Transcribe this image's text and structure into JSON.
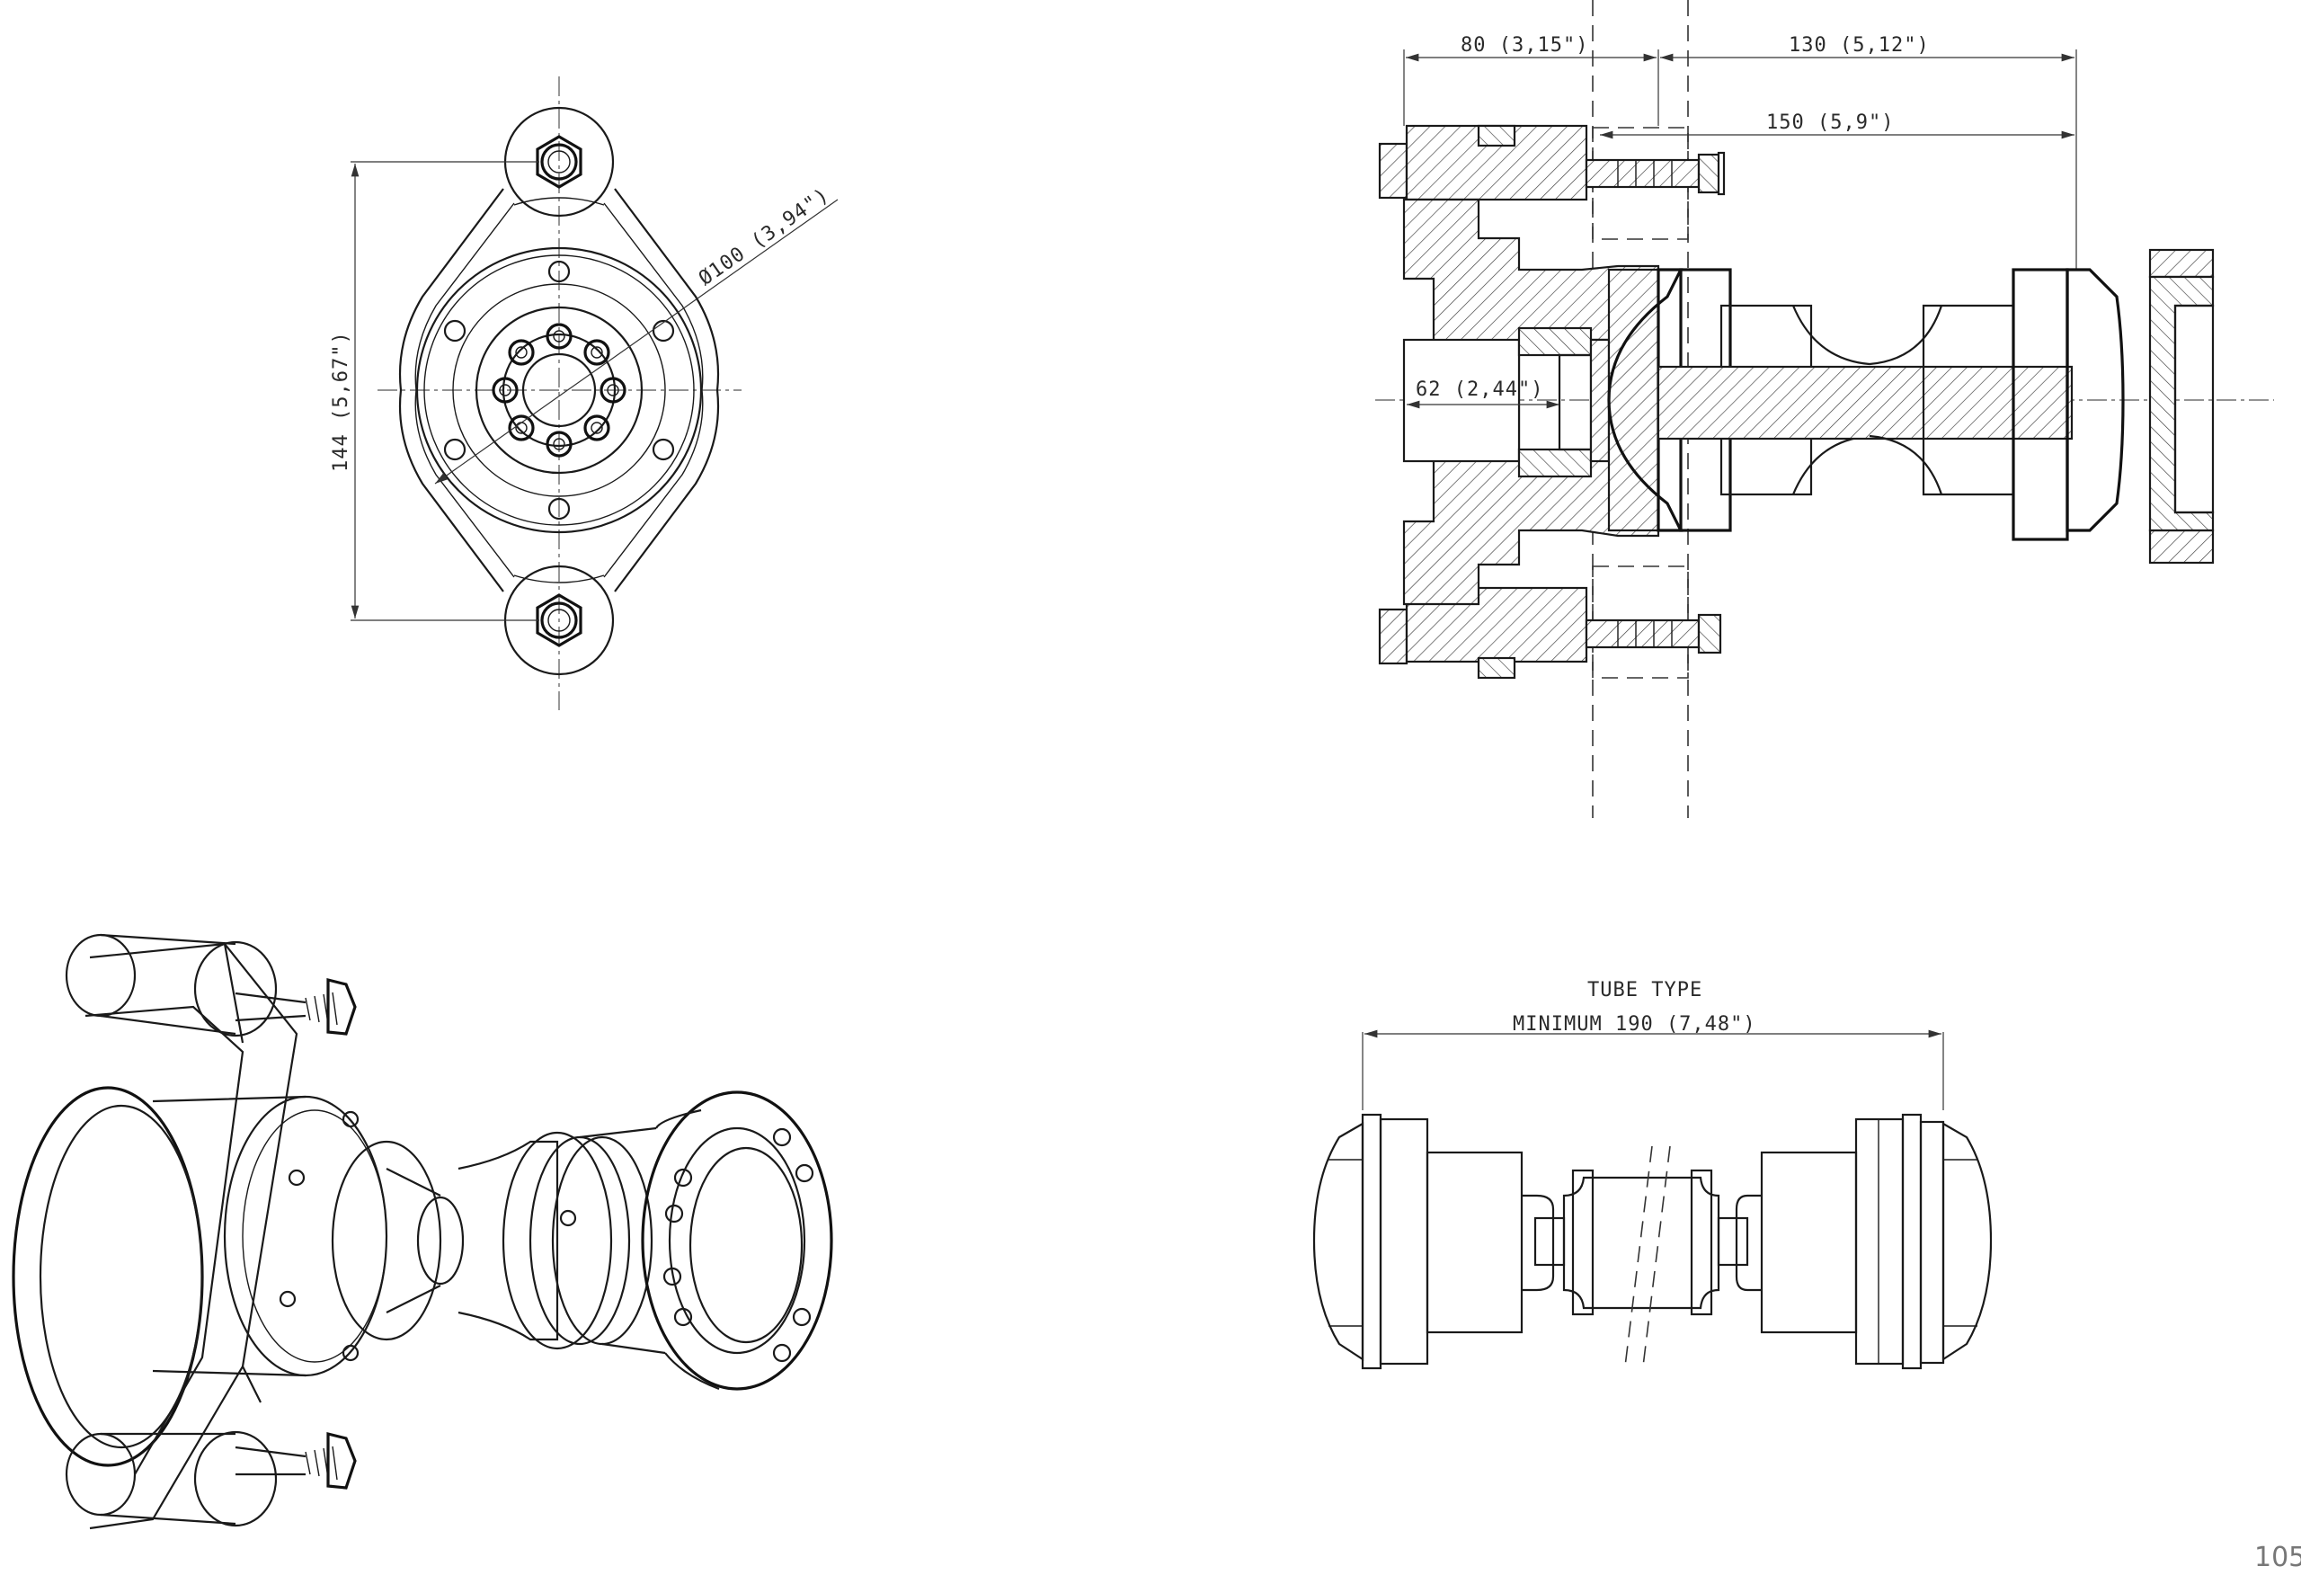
{
  "front_view": {
    "height_dim": "144 (5,67\")",
    "diameter_dim": "Ø100 (3,94\")"
  },
  "section_view": {
    "dim_a": "80 (3,15\")",
    "dim_b": "130 (5,12\")",
    "dim_c": "150 (5,9\")",
    "dim_d": "62 (2,44\")"
  },
  "tube_view": {
    "title": "TUBE TYPE",
    "min_length": "MINIMUM 190 (7,48\")"
  },
  "page_number": "105"
}
